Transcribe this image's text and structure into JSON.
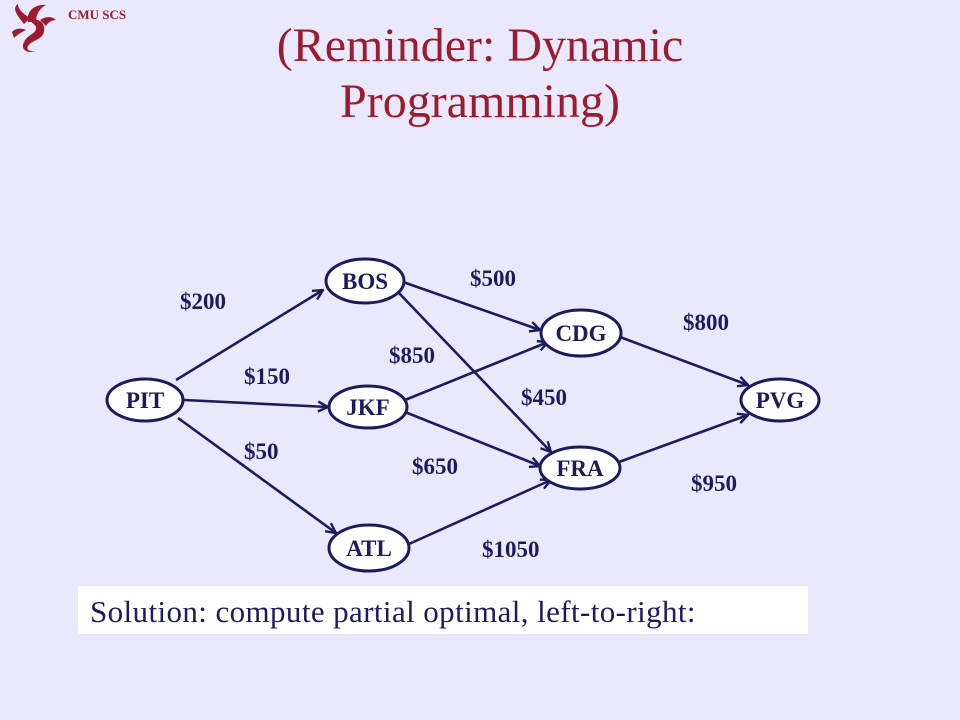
{
  "header": {
    "label": "CMU SCS",
    "logo_icon": "dragon-icon",
    "logo_color": "#9b1b30"
  },
  "slide": {
    "title_line1": "(Reminder: Dynamic",
    "title_line2": "Programming)",
    "solution": "Solution: compute partial optimal, left-to-right:"
  },
  "colors": {
    "background": "#e9e9fb",
    "title": "#9b1b30",
    "diagram": "#1b1b5e"
  },
  "graph": {
    "nodes": [
      {
        "id": "PIT",
        "label": "PIT"
      },
      {
        "id": "BOS",
        "label": "BOS"
      },
      {
        "id": "JKF",
        "label": "JKF"
      },
      {
        "id": "ATL",
        "label": "ATL"
      },
      {
        "id": "CDG",
        "label": "CDG"
      },
      {
        "id": "FRA",
        "label": "FRA"
      },
      {
        "id": "PVG",
        "label": "PVG"
      }
    ],
    "edges": [
      {
        "from": "PIT",
        "to": "BOS",
        "cost": "$200"
      },
      {
        "from": "PIT",
        "to": "JKF",
        "cost": "$150"
      },
      {
        "from": "PIT",
        "to": "ATL",
        "cost": "$50"
      },
      {
        "from": "BOS",
        "to": "CDG",
        "cost": "$500"
      },
      {
        "from": "BOS",
        "to": "FRA",
        "cost": "$450"
      },
      {
        "from": "JKF",
        "to": "CDG",
        "cost": "$850"
      },
      {
        "from": "JKF",
        "to": "FRA",
        "cost": "$650"
      },
      {
        "from": "ATL",
        "to": "FRA",
        "cost": "$1050"
      },
      {
        "from": "CDG",
        "to": "PVG",
        "cost": "$800"
      },
      {
        "from": "FRA",
        "to": "PVG",
        "cost": "$950"
      }
    ]
  }
}
